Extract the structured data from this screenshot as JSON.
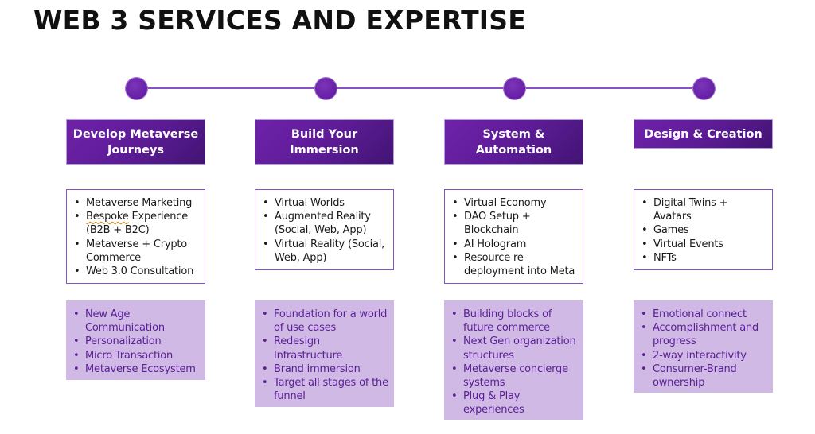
{
  "title": "WEB 3 SERVICES AND EXPERTISE",
  "colors": {
    "header_purple": "#5b1b94",
    "timeline_purple": "#8a4fc6",
    "service_border": "#7e56c2",
    "benefit_bg": "#d0b9e4",
    "benefit_text": "#5a1e96"
  },
  "columns": [
    {
      "header": "Develop Metaverse Journeys",
      "services": [
        "Metaverse Marketing",
        "Bespoke Experience (B2B + B2C)",
        "Metaverse + Crypto Commerce",
        "Web 3.0 Consultation"
      ],
      "benefits": [
        "New Age Communication",
        "Personalization",
        "Micro Transaction",
        "Metaverse Ecosystem"
      ]
    },
    {
      "header": "Build Your Immersion",
      "services": [
        "Virtual Worlds",
        "Augmented Reality (Social, Web, App)",
        "Virtual Reality (Social, Web, App)"
      ],
      "benefits": [
        "Foundation for a world of use cases",
        "Redesign Infrastructure",
        "Brand immersion",
        "Target all stages of the funnel"
      ]
    },
    {
      "header": "System & Automation",
      "services": [
        "Virtual Economy",
        "DAO Setup + Blockchain",
        "AI Hologram",
        "Resource re-deployment into Meta"
      ],
      "benefits": [
        "Building blocks of future commerce",
        "Next Gen organization structures",
        "Metaverse concierge systems",
        "Plug & Play experiences"
      ]
    },
    {
      "header": "Design & Creation",
      "services": [
        "Digital Twins + Avatars",
        "Games",
        "Virtual Events",
        "NFTs"
      ],
      "benefits": [
        "Emotional connect",
        "Accomplishment and progress",
        "2-way interactivity",
        "Consumer-Brand ownership"
      ]
    }
  ]
}
